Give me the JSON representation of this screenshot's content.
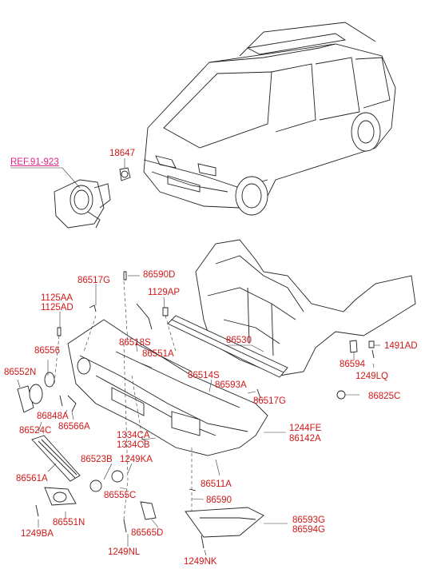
{
  "colors": {
    "label": "#d01818",
    "ref": "#e0208a",
    "line": "#222222"
  },
  "reference": "REF.91-923",
  "labels": [
    {
      "id": "18647",
      "text": "18647"
    },
    {
      "id": "86590D",
      "text": "86590D"
    },
    {
      "id": "86517G_top",
      "text": "86517G"
    },
    {
      "id": "1125AA",
      "text": "1125AA"
    },
    {
      "id": "1125AD",
      "text": "1125AD"
    },
    {
      "id": "1129AP",
      "text": "1129AP"
    },
    {
      "id": "86530",
      "text": "86530"
    },
    {
      "id": "86556",
      "text": "86556"
    },
    {
      "id": "86518S",
      "text": "86518S"
    },
    {
      "id": "86551A",
      "text": "86551A"
    },
    {
      "id": "1491AD",
      "text": "1491AD"
    },
    {
      "id": "86552N",
      "text": "86552N"
    },
    {
      "id": "86514S",
      "text": "86514S"
    },
    {
      "id": "86594",
      "text": "86594"
    },
    {
      "id": "86593A",
      "text": "86593A"
    },
    {
      "id": "1249LQ",
      "text": "1249LQ"
    },
    {
      "id": "86517G_bottom",
      "text": "86517G"
    },
    {
      "id": "86825C",
      "text": "86825C"
    },
    {
      "id": "86848A",
      "text": "86848A"
    },
    {
      "id": "86566A",
      "text": "86566A"
    },
    {
      "id": "86524C",
      "text": "86524C"
    },
    {
      "id": "1244FE",
      "text": "1244FE"
    },
    {
      "id": "86142A",
      "text": "86142A"
    },
    {
      "id": "1334CA",
      "text": "1334CA"
    },
    {
      "id": "1334CB",
      "text": "1334CB"
    },
    {
      "id": "86523B",
      "text": "86523B"
    },
    {
      "id": "1249KA",
      "text": "1249KA"
    },
    {
      "id": "86561A",
      "text": "86561A"
    },
    {
      "id": "86511A",
      "text": "86511A"
    },
    {
      "id": "86555C",
      "text": "86555C"
    },
    {
      "id": "86590",
      "text": "86590"
    },
    {
      "id": "86551N",
      "text": "86551N"
    },
    {
      "id": "86593G",
      "text": "86593G"
    },
    {
      "id": "86594G",
      "text": "86594G"
    },
    {
      "id": "1249BA",
      "text": "1249BA"
    },
    {
      "id": "86565D",
      "text": "86565D"
    },
    {
      "id": "1249NL",
      "text": "1249NL"
    },
    {
      "id": "1249NK",
      "text": "1249NK"
    }
  ]
}
